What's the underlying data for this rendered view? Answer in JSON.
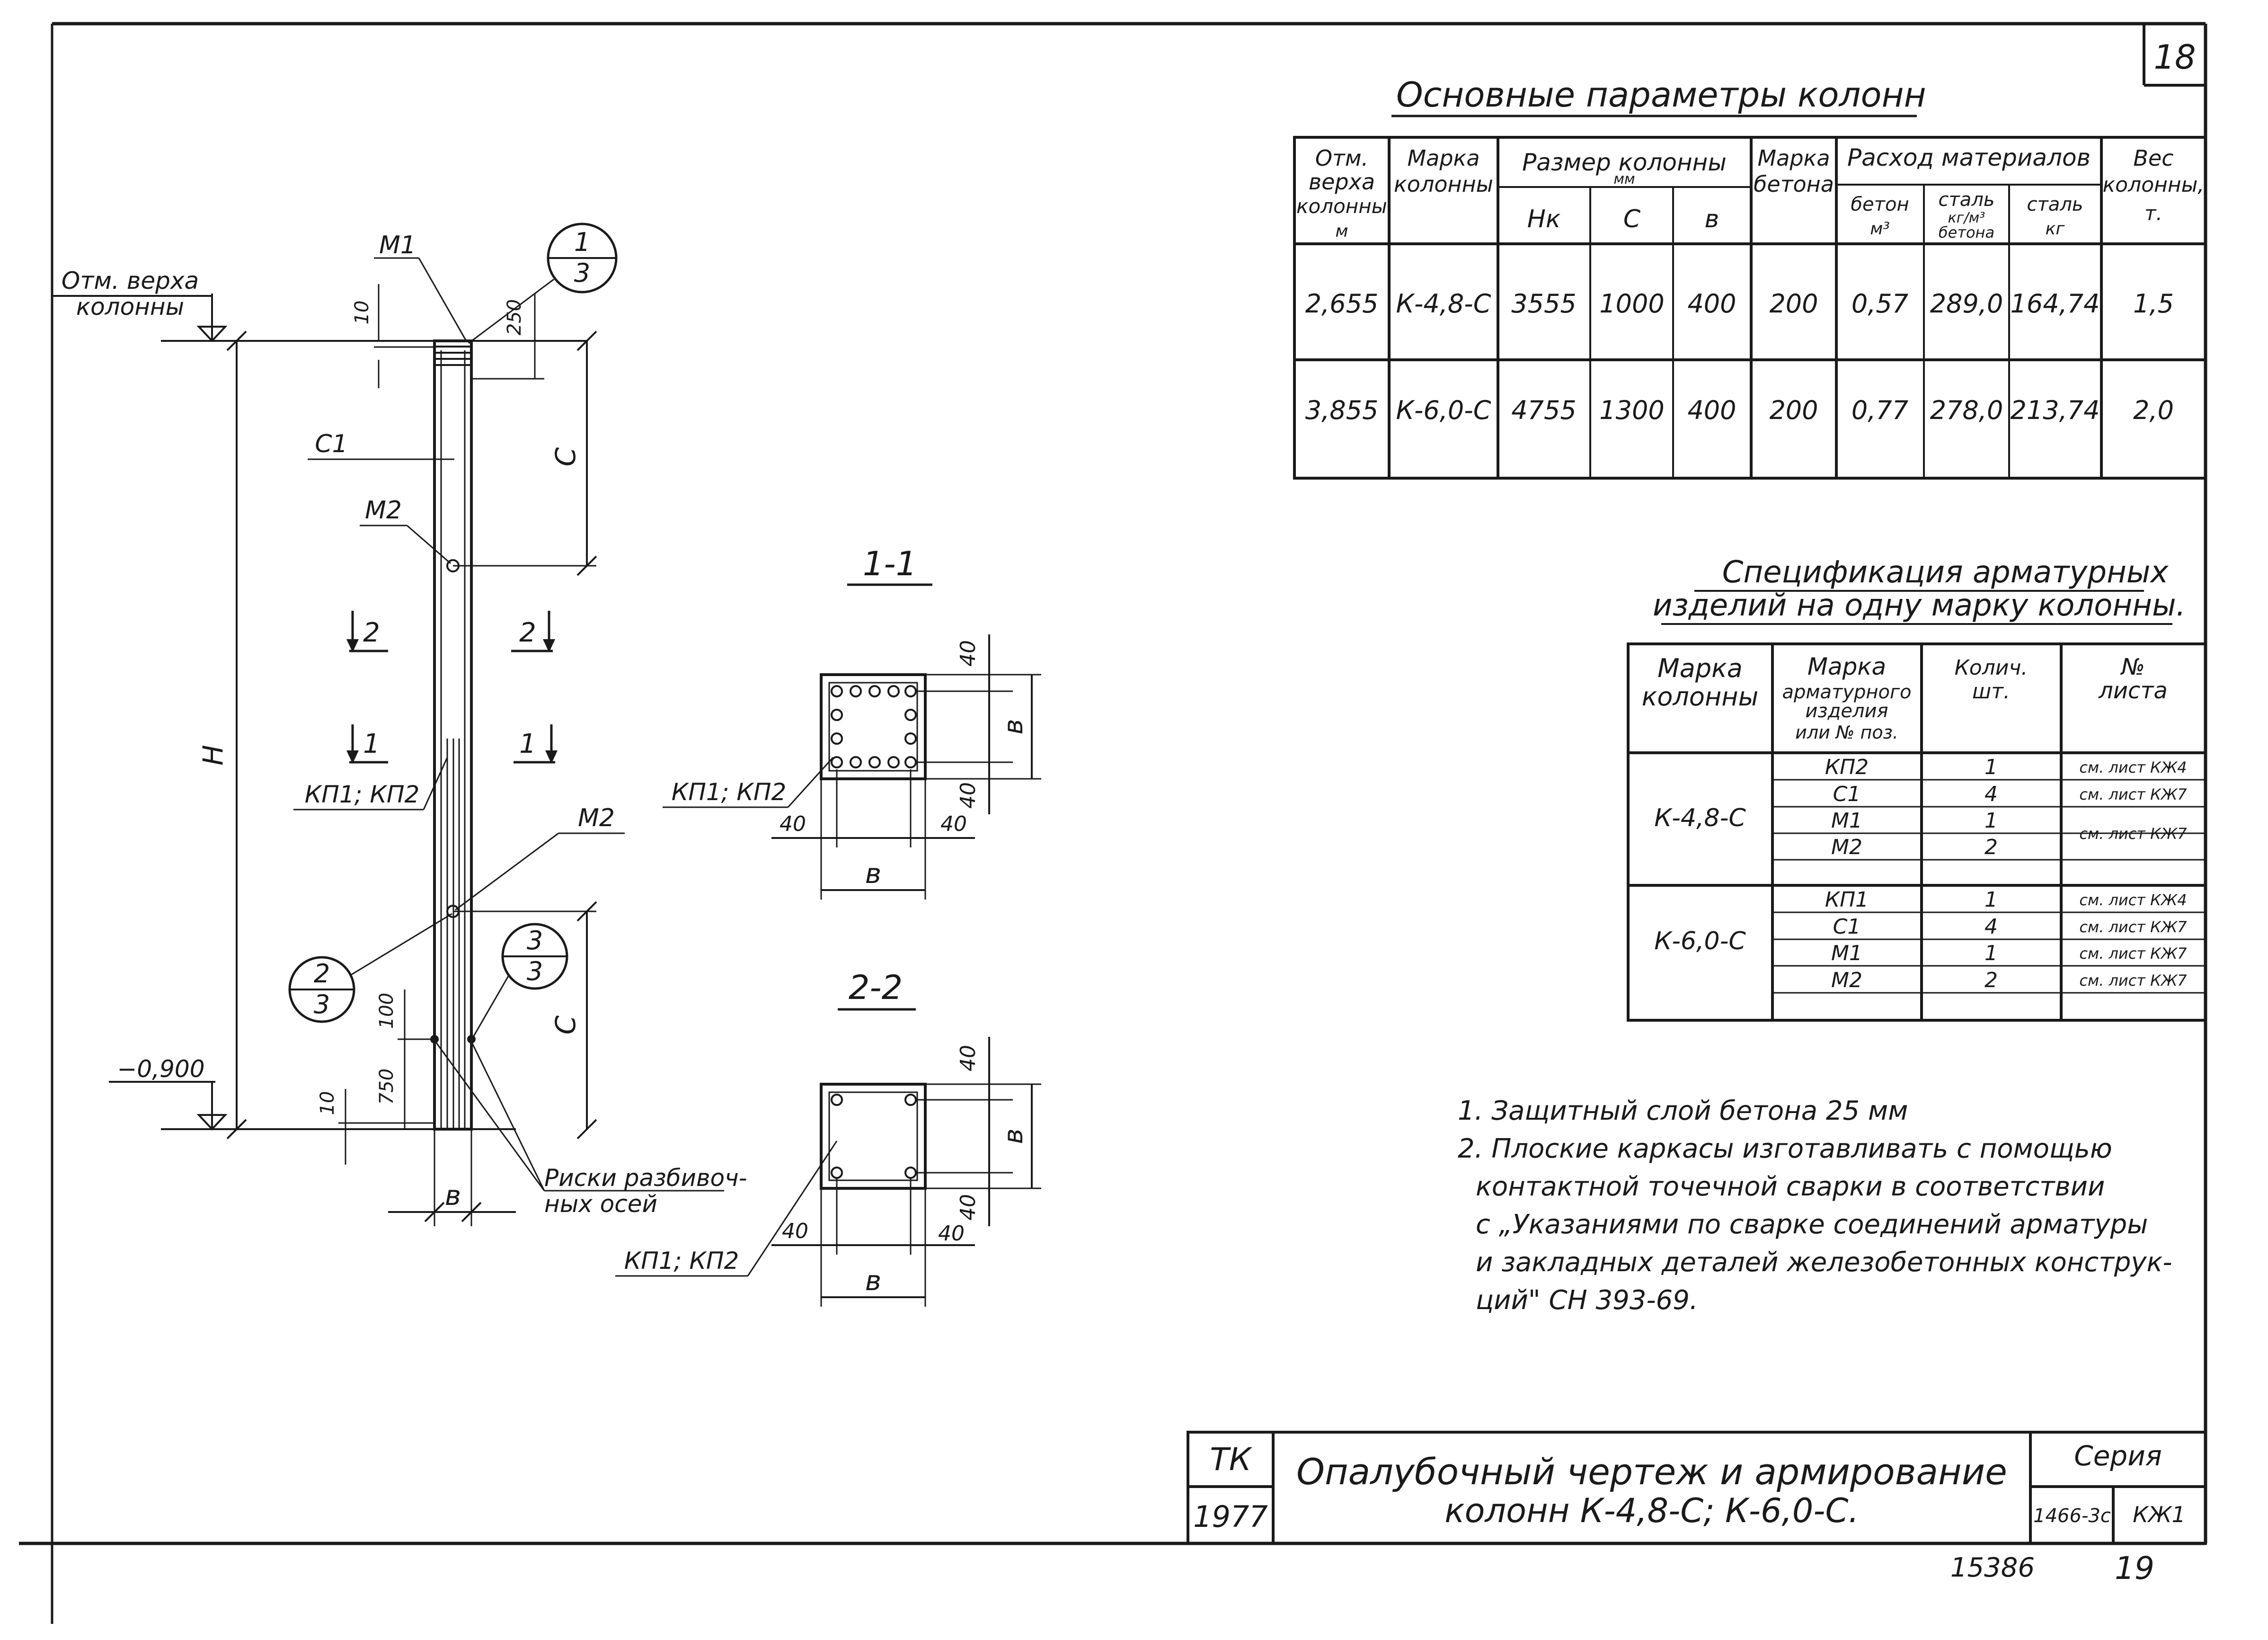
{
  "sheet_number": "18",
  "params_table": {
    "title": "Основные параметры колонн",
    "headers": {
      "top_mark": [
        "Отм.",
        "верха",
        "колонны",
        "м"
      ],
      "mark": [
        "Марка",
        "колонны"
      ],
      "size": "Размер колонны",
      "size_unit": "мм",
      "size_cols": [
        "Нк",
        "С",
        "в"
      ],
      "concrete_grade": [
        "Марка",
        "бетона"
      ],
      "consumption": "Расход материалов",
      "consumption_cols": [
        [
          "бетон",
          "м³"
        ],
        [
          "сталь",
          "кг/м³",
          "бетона"
        ],
        [
          "сталь",
          "кг"
        ]
      ],
      "weight": [
        "Вес",
        "колонны,",
        "т."
      ]
    },
    "rows": [
      [
        "2,655",
        "К-4,8-С",
        "3555",
        "1000",
        "400",
        "200",
        "0,57",
        "289,0",
        "164,74",
        "1,5"
      ],
      [
        "3,855",
        "К-6,0-С",
        "4755",
        "1300",
        "400",
        "200",
        "0,77",
        "278,0",
        "213,74",
        "2,0"
      ]
    ]
  },
  "spec_table": {
    "title": [
      "Спецификация арматурных",
      "изделий на одну марку колонны."
    ],
    "headers": {
      "column_mark": [
        "Марка",
        "колонны"
      ],
      "item_mark": [
        "Марка",
        "арматурного",
        "изделия",
        "или № поз."
      ],
      "qty": [
        "Колич.",
        "шт."
      ],
      "sheet": [
        "№",
        "листа"
      ]
    },
    "groups": [
      {
        "column": "К-4,8-С",
        "items": [
          [
            "КП2",
            "1",
            "см. лист КЖ4"
          ],
          [
            "С1",
            "4",
            "см. лист КЖ7"
          ],
          [
            "М1",
            "1",
            "см. лист КЖ7"
          ],
          [
            "М2",
            "2",
            ""
          ]
        ]
      },
      {
        "column": "К-6,0-С",
        "items": [
          [
            "КП1",
            "1",
            "см. лист КЖ4"
          ],
          [
            "С1",
            "4",
            "см. лист КЖ7"
          ],
          [
            "М1",
            "1",
            "см. лист КЖ7"
          ],
          [
            "М2",
            "2",
            "см. лист КЖ7"
          ]
        ]
      }
    ]
  },
  "notes": [
    "1. Защитный слой бетона 25 мм",
    "2. Плоские каркасы изготавливать с помощью",
    "контактной точечной сварки в соответствии",
    "с „Указаниями по сварке соединений арматуры",
    "и закладных деталей железобетонных конструк-",
    "ций\" СН 393-69."
  ],
  "elevation": {
    "top_mark_label": [
      "Отм. верха",
      "колонны"
    ],
    "bottom_mark": "−0,900",
    "m1": "М1",
    "c1": "С1",
    "m2_top": "М2",
    "m2_mid": "М2",
    "kp": "КП1; КП2",
    "dim_10_top": "10",
    "dim_250": "250",
    "dim_c_top": "С",
    "dim_h": "Н",
    "dim_100": "100",
    "dim_750": "750",
    "dim_10_bottom": "10",
    "dim_c_bottom": "С",
    "dim_b": "в",
    "sec2_left": "2",
    "sec2_right": "2",
    "sec1_left": "1",
    "sec1_right": "1",
    "callout_1": [
      "1",
      "3"
    ],
    "callout_2": [
      "2",
      "3"
    ],
    "callout_3": [
      "3",
      "3"
    ],
    "risks": [
      "Риски разбивоч-",
      "ных осей"
    ]
  },
  "section_1": {
    "title": "1-1",
    "kp": "КП1; КП2",
    "dim_40_top": "40",
    "dim_b_side": "в",
    "dim_40_bottom": "40",
    "dim_40_left": "40",
    "dim_40_right": "40",
    "dim_b_bottom": "в"
  },
  "section_2": {
    "title": "2-2",
    "kp": "КП1; КП2",
    "dim_40_top": "40",
    "dim_b_side": "в",
    "dim_40_bottom": "40",
    "dim_40_left": "40",
    "dim_40_right": "40",
    "dim_b_bottom": "в"
  },
  "title_block": {
    "tk": "ТК",
    "year": "1977",
    "title": [
      "Опалубочный чертеж и армирование",
      "колонн К-4,8-С; К-6,0-С."
    ],
    "series_label": "Серия",
    "series": "1466-3с",
    "sheet_code": "КЖ1"
  },
  "footer": {
    "number": "15386",
    "page": "19"
  }
}
